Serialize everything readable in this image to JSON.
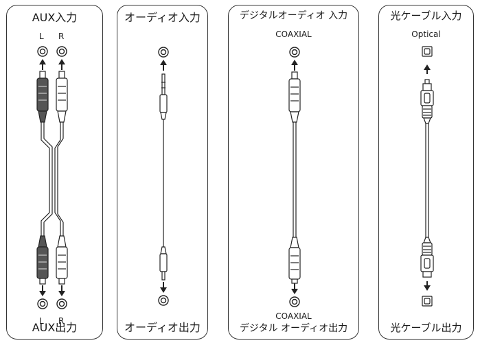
{
  "panels": {
    "aux": {
      "title": "AUX入力",
      "top_labels": {
        "left": "L",
        "right": "R"
      },
      "bottom_labels": {
        "left": "L",
        "right": "R"
      },
      "footer": "AUX出力"
    },
    "audio": {
      "title": "オーディオ入力",
      "footer": "オーディオ出力"
    },
    "digital": {
      "title": "デジタルオーディオ 入力",
      "top_label": "COAXIAL",
      "bottom_label": "COAXIAL",
      "footer": "デジタル オーディオ出力"
    },
    "optical": {
      "title": "光ケーブル入力",
      "top_label": "Optical",
      "footer": "光ケーブル出力"
    }
  },
  "colors": {
    "line": "#222222",
    "plug_dark": "#555555",
    "plug_light": "#ffffff"
  }
}
